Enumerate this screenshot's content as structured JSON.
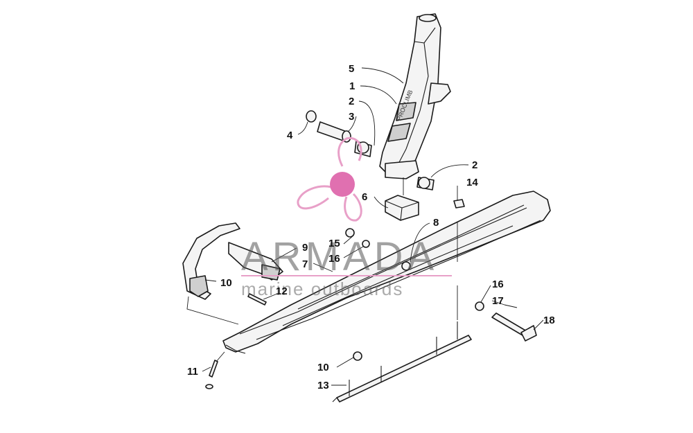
{
  "diagram": {
    "callouts": [
      {
        "id": "c5",
        "text": "5"
      },
      {
        "id": "c1",
        "text": "1"
      },
      {
        "id": "c2a",
        "text": "2"
      },
      {
        "id": "c3",
        "text": "3"
      },
      {
        "id": "c4",
        "text": "4"
      },
      {
        "id": "c2b",
        "text": "2"
      },
      {
        "id": "c14",
        "text": "14"
      },
      {
        "id": "c6",
        "text": "6"
      },
      {
        "id": "c8",
        "text": "8"
      },
      {
        "id": "c15",
        "text": "15"
      },
      {
        "id": "c16a",
        "text": "16"
      },
      {
        "id": "c9",
        "text": "9"
      },
      {
        "id": "c7",
        "text": "7"
      },
      {
        "id": "c10a",
        "text": "10"
      },
      {
        "id": "c12",
        "text": "12"
      },
      {
        "id": "c16b",
        "text": "16"
      },
      {
        "id": "c17",
        "text": "17"
      },
      {
        "id": "c18",
        "text": "18"
      },
      {
        "id": "c11",
        "text": "11"
      },
      {
        "id": "c10b",
        "text": "10"
      },
      {
        "id": "c13",
        "text": "13"
      }
    ],
    "spindle_text": "PROCLIMB"
  },
  "watermark": {
    "brand": "ARMADA",
    "tagline": "marine outboards",
    "logo_color": "#e8a0c8",
    "logo_center_color": "#e070b0"
  }
}
